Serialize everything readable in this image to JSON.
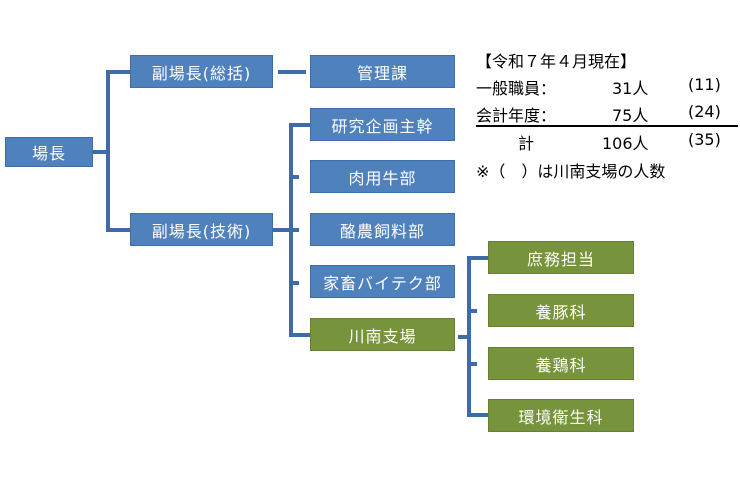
{
  "org_chart": {
    "root": {
      "label": "場長"
    },
    "deputies": [
      {
        "label": "副場長(総括)"
      },
      {
        "label": "副場長(技術)"
      }
    ],
    "general_units": [
      {
        "label": "管理課"
      }
    ],
    "technical_units": [
      {
        "label": "研究企画主幹"
      },
      {
        "label": "肉用牛部"
      },
      {
        "label": "酪農飼料部"
      },
      {
        "label": "家畜バイテク部"
      },
      {
        "label": "川南支場"
      }
    ],
    "branch_units": [
      {
        "label": "庶務担当"
      },
      {
        "label": "養豚科"
      },
      {
        "label": "養鶏科"
      },
      {
        "label": "環境衛生科"
      }
    ],
    "colors": {
      "main": "#4f81bd",
      "branch": "#77933c",
      "connector": "#3e6aa6"
    }
  },
  "staff_info": {
    "title": "【令和７年４月現在】",
    "rows": [
      {
        "label": "一般職員：",
        "count": "31人",
        "branch": "(11)"
      },
      {
        "label": "会計年度：",
        "count": "75人",
        "branch": "(24)"
      },
      {
        "label": "計",
        "count": "106人",
        "branch": "(35)"
      }
    ],
    "note": "※（　）は川南支場の人数"
  }
}
